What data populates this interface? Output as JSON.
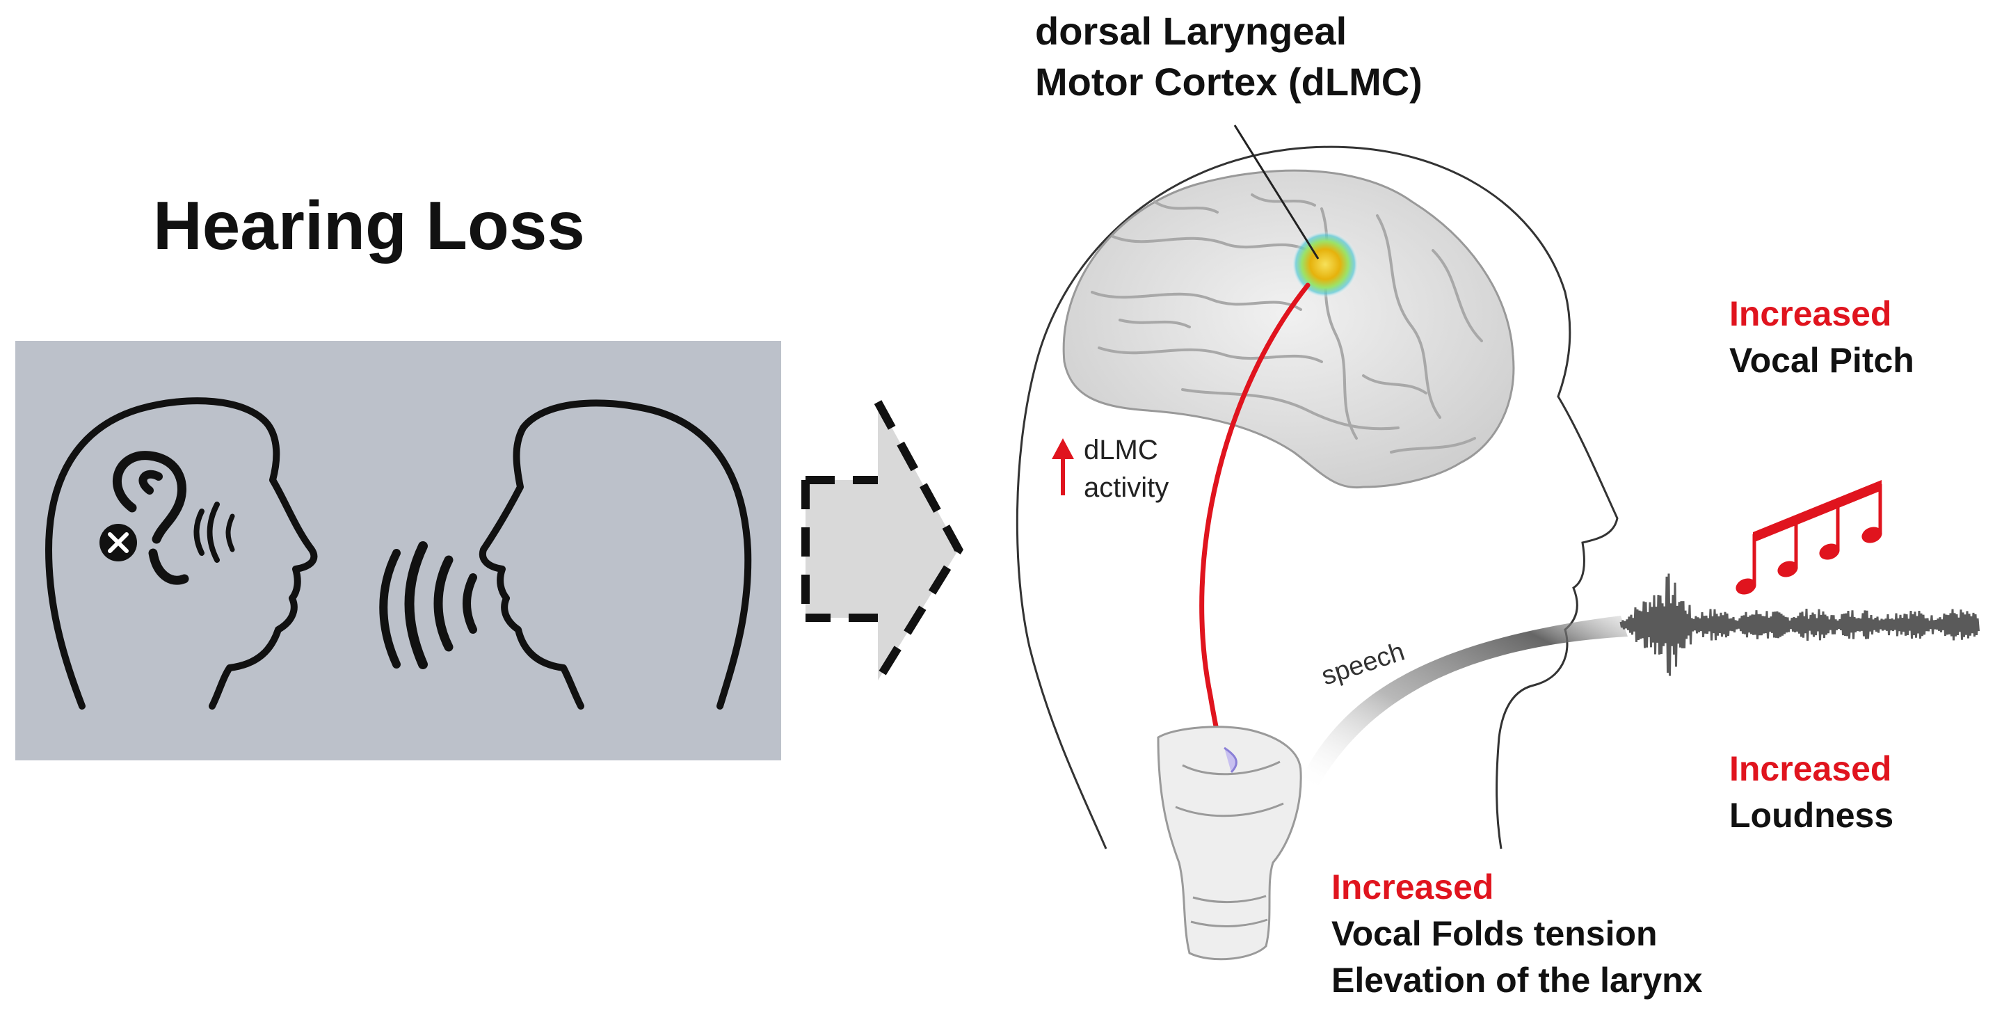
{
  "left_panel": {
    "title": "Hearing Loss",
    "panel_color": "#bcc1ca"
  },
  "brain": {
    "region_label_line1": "dorsal Laryngeal",
    "region_label_line2": "Motor Cortex (dLMC)",
    "activity_line1": "dLMC",
    "activity_line2": "activity",
    "speech_label": "speech"
  },
  "outcomes": {
    "pitch": {
      "highlight": "Increased",
      "text": "Vocal Pitch"
    },
    "loudness": {
      "highlight": "Increased",
      "text": "Loudness"
    },
    "larynx": {
      "highlight": "Increased",
      "line1": "Vocal Folds tension",
      "line2": "Elevation of the larynx"
    }
  },
  "colors": {
    "accent_red": "#e0141e",
    "text": "#111111",
    "arrow_fill": "#d9d9d9"
  },
  "icons": [
    "hearing-loss-ear-icon",
    "speaking-sound-waves-icon",
    "music-notes-icon",
    "sound-waveform-icon",
    "larynx-illustration"
  ]
}
